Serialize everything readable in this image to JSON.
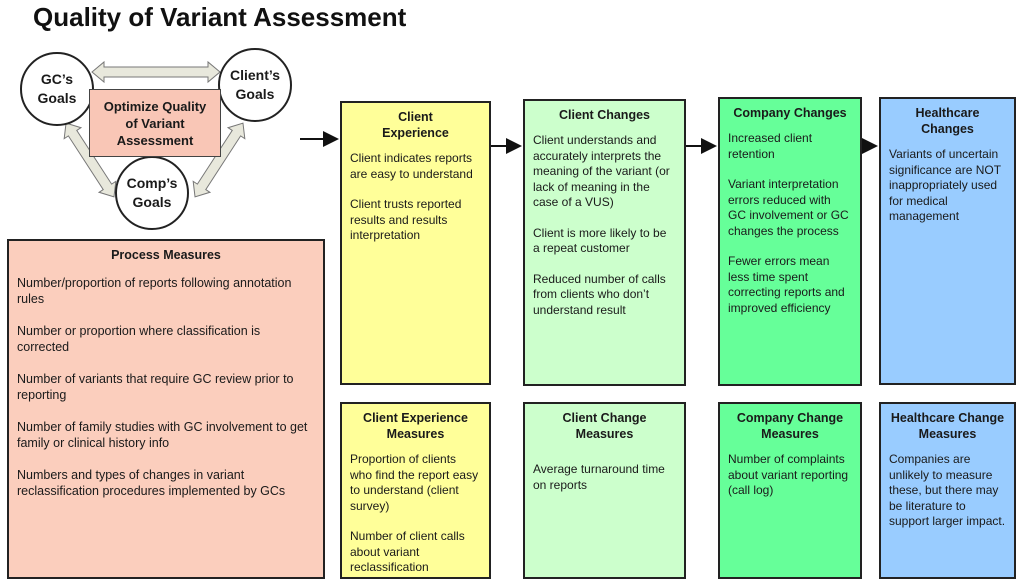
{
  "title": "Quality of Variant Assessment",
  "goals": {
    "gc": "GC’s\nGoals",
    "client": "Client’s\nGoals",
    "comp": "Comp’s\nGoals",
    "center": "Optimize Quality of Variant Assessment"
  },
  "process_measures": {
    "header": "Process  Measures",
    "items": [
      "Number/proportion of reports following annotation rules",
      "Number or proportion where classification is corrected",
      "Number of variants that require GC review prior to reporting",
      "Number of family studies with GC involvement to get family or clinical history info",
      "Numbers and types of changes in variant reclassification procedures implemented by GCs"
    ]
  },
  "client_experience": {
    "header": "Client Experience",
    "items": [
      "Client indicates reports are easy to understand",
      "Client trusts reported results and results interpretation"
    ]
  },
  "client_changes": {
    "header": "Client Changes",
    "items": [
      "Client understands and accurately interprets the meaning of the variant (or lack of meaning in the case of a VUS)",
      "Client is more likely to be a repeat customer",
      "Reduced number of calls from clients who don’t understand result"
    ]
  },
  "company_changes": {
    "header": "Company Changes",
    "items": [
      "Increased client retention",
      "Variant interpretation errors reduced with GC involvement or GC changes the process",
      "Fewer errors mean less time spent correcting reports and improved efficiency"
    ]
  },
  "healthcare_changes": {
    "header": "Healthcare Changes",
    "items": [
      "Variants of uncertain significance are NOT inappropriately used for medical management"
    ]
  },
  "client_experience_measures": {
    "header": "Client Experience Measures",
    "items": [
      "Proportion of clients who find the report easy to understand (client survey)",
      "Number of client calls about variant reclassification"
    ]
  },
  "client_change_measures": {
    "header": "Client Change Measures",
    "items": [
      "Average turnaround time on reports"
    ]
  },
  "company_change_measures": {
    "header": "Company Change Measures",
    "items": [
      "Number of complaints about variant reporting (call log)"
    ]
  },
  "healthcare_change_measures": {
    "header": "Healthcare Change Measures",
    "items": [
      "Companies are unlikely to measure these, but there may be literature to support larger impact."
    ]
  },
  "colors": {
    "salmon": "#fbcebd",
    "yellow": "#ffff99",
    "mint": "#ccffcc",
    "green": "#66ff99",
    "blue": "#99ccff"
  }
}
